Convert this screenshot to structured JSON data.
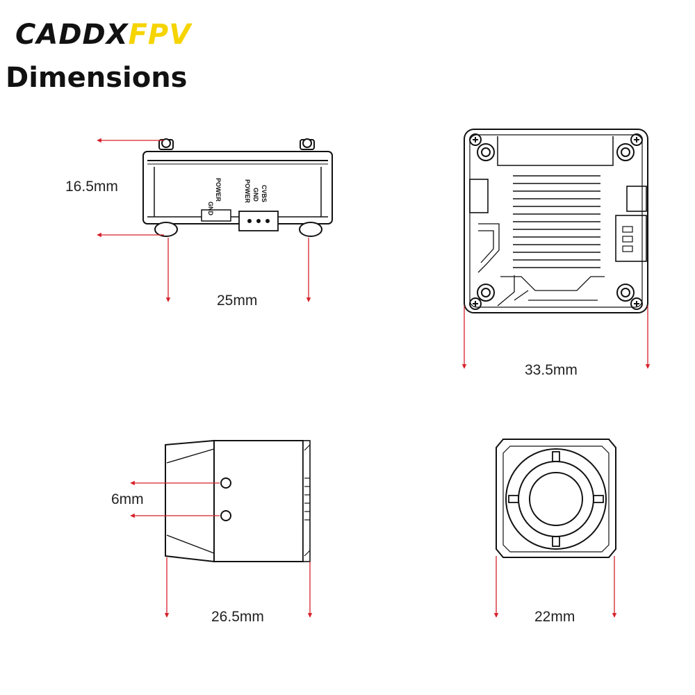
{
  "brand": {
    "part1": "CADDX",
    "part2": "FPV",
    "color_dark": "#111111",
    "color_accent": "#f5d400"
  },
  "title": "Dimensions",
  "dimension_color": "#d6202a",
  "views": {
    "back": {
      "height_label": "16.5mm",
      "width_label": "25mm",
      "pins_left": [
        "GND",
        "POWER"
      ],
      "pins_right": [
        "POWER",
        "GND",
        "CVBS"
      ]
    },
    "top": {
      "width_label": "33.5mm"
    },
    "side": {
      "hole_spacing_label": "6mm",
      "length_label": "26.5mm"
    },
    "front": {
      "width_label": "22mm"
    }
  }
}
